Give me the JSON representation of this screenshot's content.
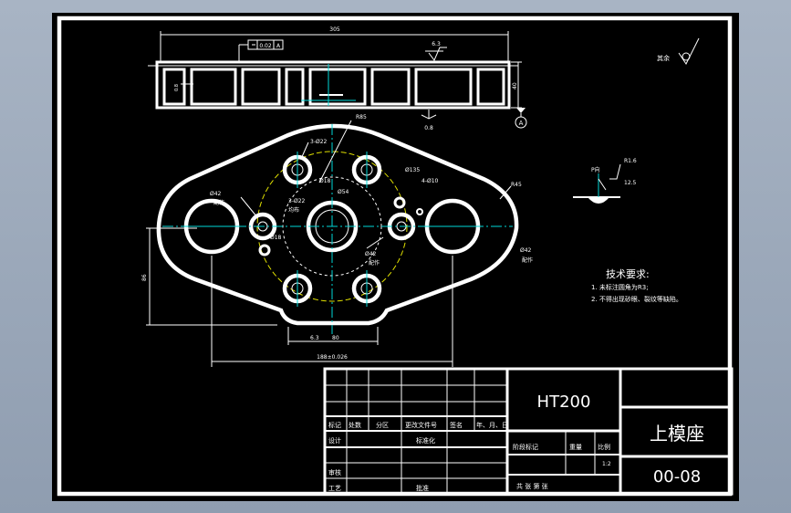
{
  "drawing": {
    "background": "#000000",
    "line_color": "#ffffff",
    "accent_cyan": "#00d8d8",
    "accent_yellow": "#e0e000",
    "outer_bg": "#9aa7b8"
  },
  "top_view": {
    "overall_width": "305",
    "height": "40",
    "flatness_frame": [
      "",
      "0.02",
      "A"
    ],
    "roughness_top": "6.3",
    "roughness_bottom": "0.8",
    "datum": "A"
  },
  "plan_view": {
    "radius_outer": "R85",
    "radius_side": "R45",
    "holes_top": "3-Ø22",
    "holes_top_dia": "Ø18",
    "holes_left": "3-Ø22",
    "holes_left_note": "均布",
    "holes_left_dia": "Ø18",
    "hole_center_dia": "Ø54",
    "hole_right": "4-Ø10",
    "circle_dia": "Ø135",
    "pin_left": "Ø42",
    "pin_left_note": "配作",
    "pin_right": "Ø42",
    "pin_right_note": "配作",
    "pin_center": "Ø42",
    "pin_center_note": "配作",
    "dim_height": "86",
    "dim_bottom_small": "6.3",
    "dim_bottom_width": "80",
    "dim_overall": "188±0.026"
  },
  "detail": {
    "label": "P向",
    "radius": "R1.6",
    "roughness": "12.5"
  },
  "surface_note": "其余",
  "tech_requirements": {
    "title": "技术要求:",
    "items": [
      "1. 未标注圆角为R3;",
      "2. 不得出现砂眼、裂纹等缺陷。"
    ]
  },
  "title_block": {
    "material": "HT200",
    "part_name": "上模座",
    "drawing_number": "00-08",
    "scale": "1:2",
    "header_labels": [
      "标记",
      "处数",
      "分区",
      "更改文件号",
      "签名",
      "年、月、日"
    ],
    "row_design": "设计",
    "row_standard": "标准化",
    "row_review": "审核",
    "row_process": "工艺",
    "row_approve": "批准",
    "stage_labels": [
      "阶段标记",
      "重量",
      "比例"
    ],
    "sheet_text": "共  张  第  张"
  }
}
